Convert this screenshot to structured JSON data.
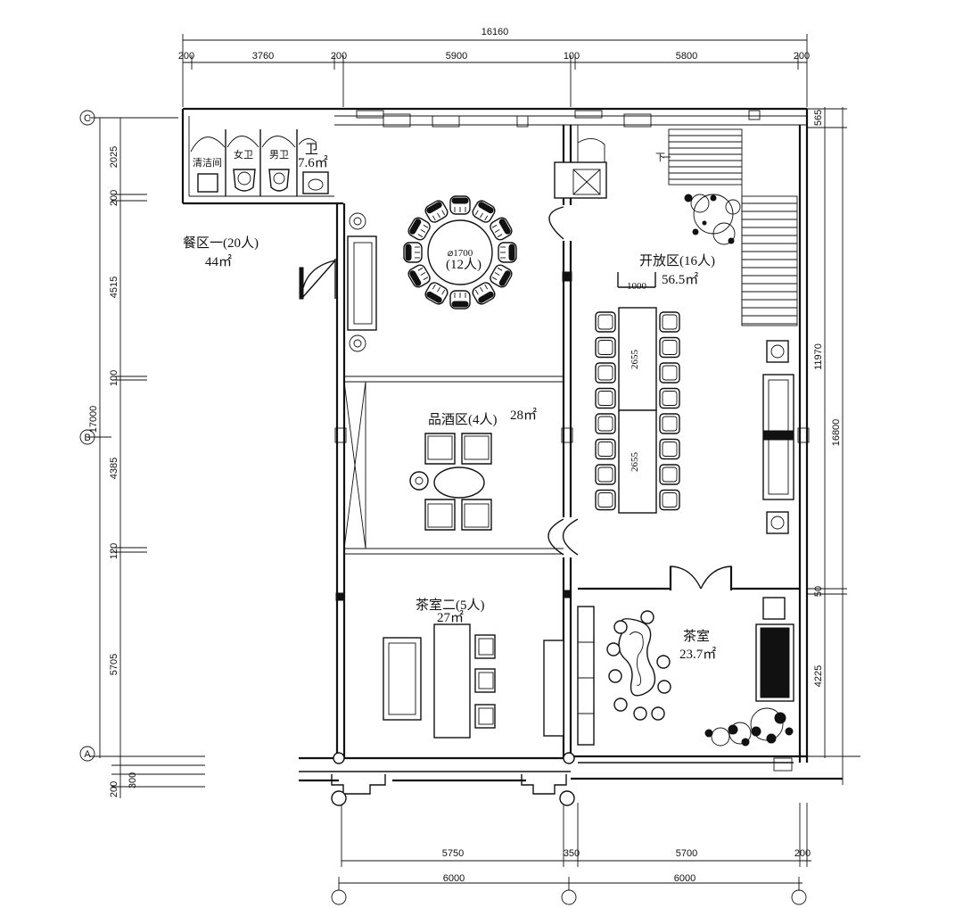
{
  "dimensions": {
    "top_overall": "16160",
    "top_segments": [
      "200",
      "3760",
      "200",
      "5900",
      "100",
      "5800",
      "200"
    ],
    "bottom_segments": [
      "5750",
      "350",
      "5700",
      "200"
    ],
    "bottom_overall": [
      "6000",
      "6000"
    ],
    "left_overall": "17000",
    "left_segments": [
      "2025",
      "200",
      "4515",
      "100",
      "4385",
      "120",
      "5705",
      "200",
      "300"
    ],
    "right_segments": [
      "565",
      "11970",
      "50",
      "4225"
    ],
    "right_overall": "16800",
    "table_length_1": "2655",
    "table_length_2": "2655",
    "table_width": "1000",
    "round_table_diameter": "⌀1700"
  },
  "axes": {
    "c": "C",
    "b": "B",
    "a": "A"
  },
  "rooms": {
    "cleaning": "清洁间",
    "female_wc": "女卫",
    "male_wc": "男卫",
    "wc": "卫",
    "wc_area": "7.6㎡",
    "dining1_name": "餐区一(20人)",
    "dining1_area": "44㎡",
    "round_table_capacity": "(12人)",
    "open_area_name": "开放区(16人)",
    "open_area_size": "56.5㎡",
    "wine_area": "品酒区(4人)",
    "wine_area_size": "28㎡",
    "tea2_name": "茶室二(5人)",
    "tea2_area": "27㎡",
    "tea_name": "茶室",
    "tea_area": "23.7㎡",
    "stair_down": "下"
  }
}
